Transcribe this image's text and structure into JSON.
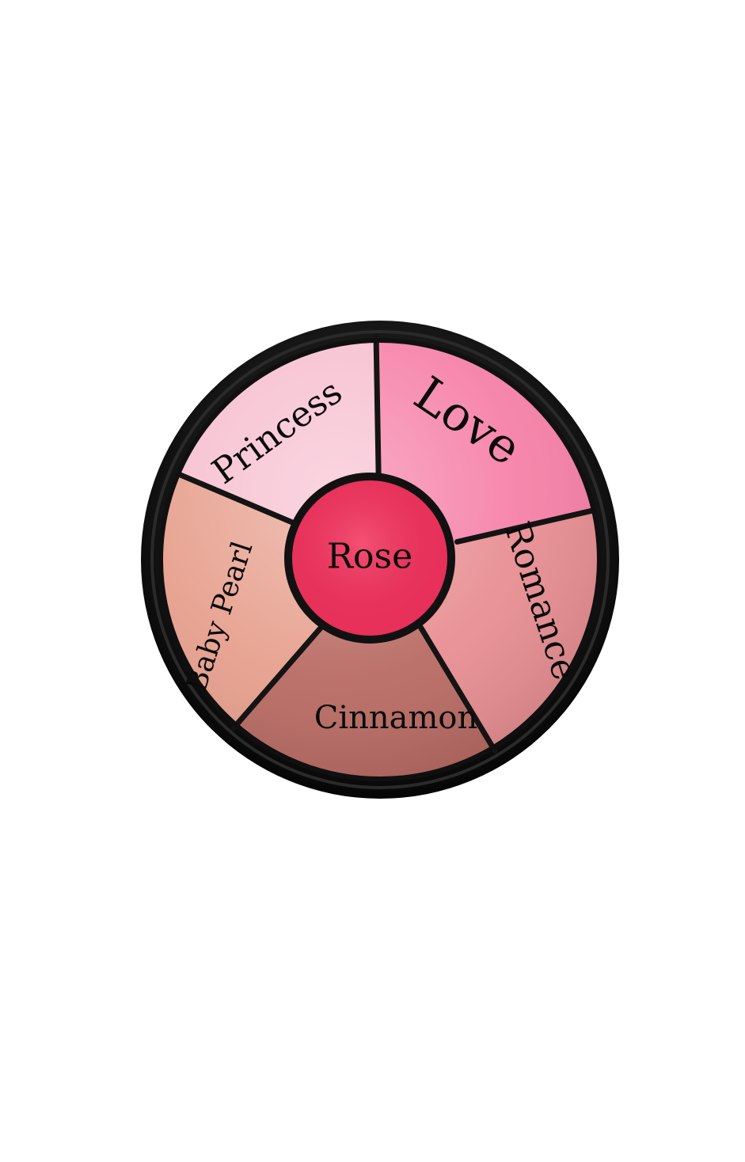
{
  "palette": {
    "center_shade": {
      "name": "Rose",
      "color": "#e8315a"
    },
    "shades": [
      {
        "name": "Love",
        "color": "#f681a8"
      },
      {
        "name": "Romance",
        "color": "#e88f93"
      },
      {
        "name": "Cinnamon",
        "color": "#b86b63"
      },
      {
        "name": "Baby Pearl",
        "color": "#e7a08e"
      },
      {
        "name": "Princess",
        "color": "#f7bfd0"
      }
    ],
    "case_color": "#101010",
    "divider_color": "#141414"
  }
}
